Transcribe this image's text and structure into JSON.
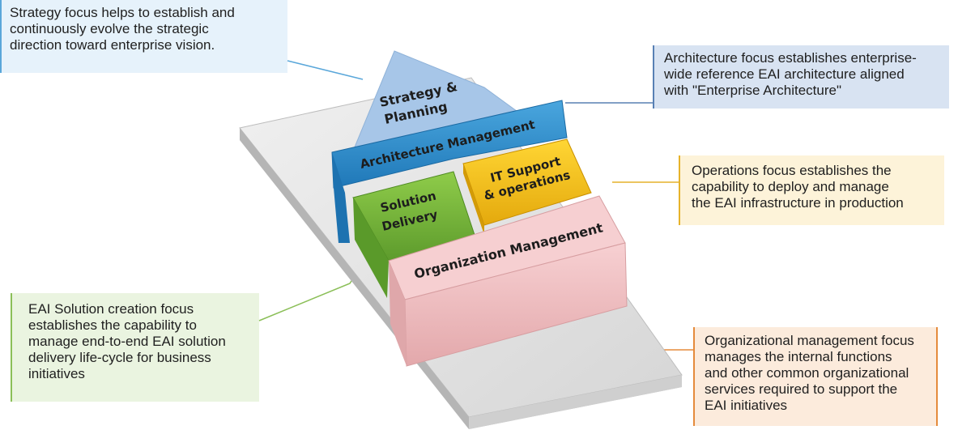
{
  "callouts": {
    "strategy": "Strategy focus helps to establish and\ncontinuously evolve the strategic\ndirection  toward enterprise vision.",
    "architecture": "Architecture focus establishes enterprise-\nwide reference EAI architecture aligned\nwith \"Enterprise Architecture\"",
    "operations": "Operations focus establishes the\ncapability to deploy and manage\nthe EAI infrastructure in production",
    "solution": "EAI Solution creation focus\nestablishes the capability to\nmanage end-to-end EAI solution\ndelivery life-cycle for business\ninitiatives",
    "organization": "Organizational management focus\nmanages the internal functions\nand other common organizational\nservices required to support the\nEAI initiatives"
  },
  "blocks": {
    "strategy_line1": "Strategy &",
    "strategy_line2": "Planning",
    "architecture": "Architecture Management",
    "it_line1": "IT Support",
    "it_line2": "& operations",
    "solution_line1": "Solution",
    "solution_line2": "Delivery",
    "organization": "Organization Management"
  },
  "colors": {
    "strategy": "#a9c9ea",
    "architecture": "#2f8fcc",
    "it_support": "#f5c518",
    "solution": "#7cbb3c",
    "organization": "#f2c2c4",
    "platform": "#e8e8e8"
  }
}
